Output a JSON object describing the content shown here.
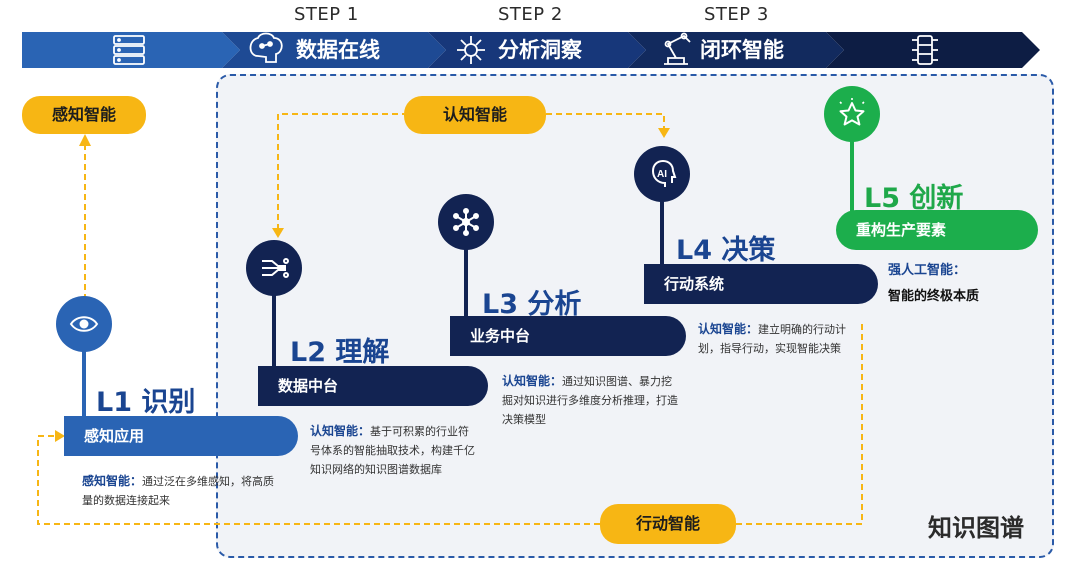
{
  "steps": {
    "step1": "STEP 1",
    "step2": "STEP 2",
    "step3": "STEP 3"
  },
  "band": {
    "data_online": "数据在线",
    "analysis_insight": "分析洞察",
    "closed_loop": "闭环智能"
  },
  "pills": {
    "perception": "感知智能",
    "cognition": "认知智能",
    "action": "行动智能"
  },
  "levels": {
    "l1": {
      "level": "L1 识别",
      "bar": "感知应用"
    },
    "l2": {
      "level": "L2 理解",
      "bar": "数据中台"
    },
    "l3": {
      "level": "L3 分析",
      "bar": "业务中台"
    },
    "l4": {
      "level": "L4 决策",
      "bar": "行动系统"
    },
    "l5": {
      "level": "L5 创新",
      "bar": "重构生产要素"
    }
  },
  "descriptions": {
    "d1": {
      "tag": "感知智能：",
      "line1": "通过泛在多维感知，将高质",
      "line2": "量的数据连接起来"
    },
    "d2": {
      "tag": "认知智能：",
      "line1": "基于可积累的行业符",
      "line2": "号体系的智能抽取技术，构建千亿",
      "line3": "知识网络的知识图谱数据库"
    },
    "d3": {
      "tag": "认知智能：",
      "line1": "通过知识图谱、暴力挖",
      "line2": "掘对知识进行多维度分析推理，打造",
      "line3": "决策模型"
    },
    "d4": {
      "tag": "认知智能：",
      "line1": "建立明确的行动计",
      "line2": "划，指导行动，实现智能决策"
    },
    "d5": {
      "tag": "强人工智能：",
      "line1": "智能的终极本质"
    }
  },
  "watermark": "知识图谱",
  "colors": {
    "navy": "#122352",
    "blue": "#2a64b4",
    "yellow": "#f7b614",
    "green": "#1cae4c"
  },
  "icons": [
    "server-icon",
    "brain-icon",
    "network-icon",
    "robot-arm-icon",
    "database-icon",
    "eye-icon",
    "circuit-icon",
    "molecule-icon",
    "ai-head-icon",
    "star-icon"
  ]
}
